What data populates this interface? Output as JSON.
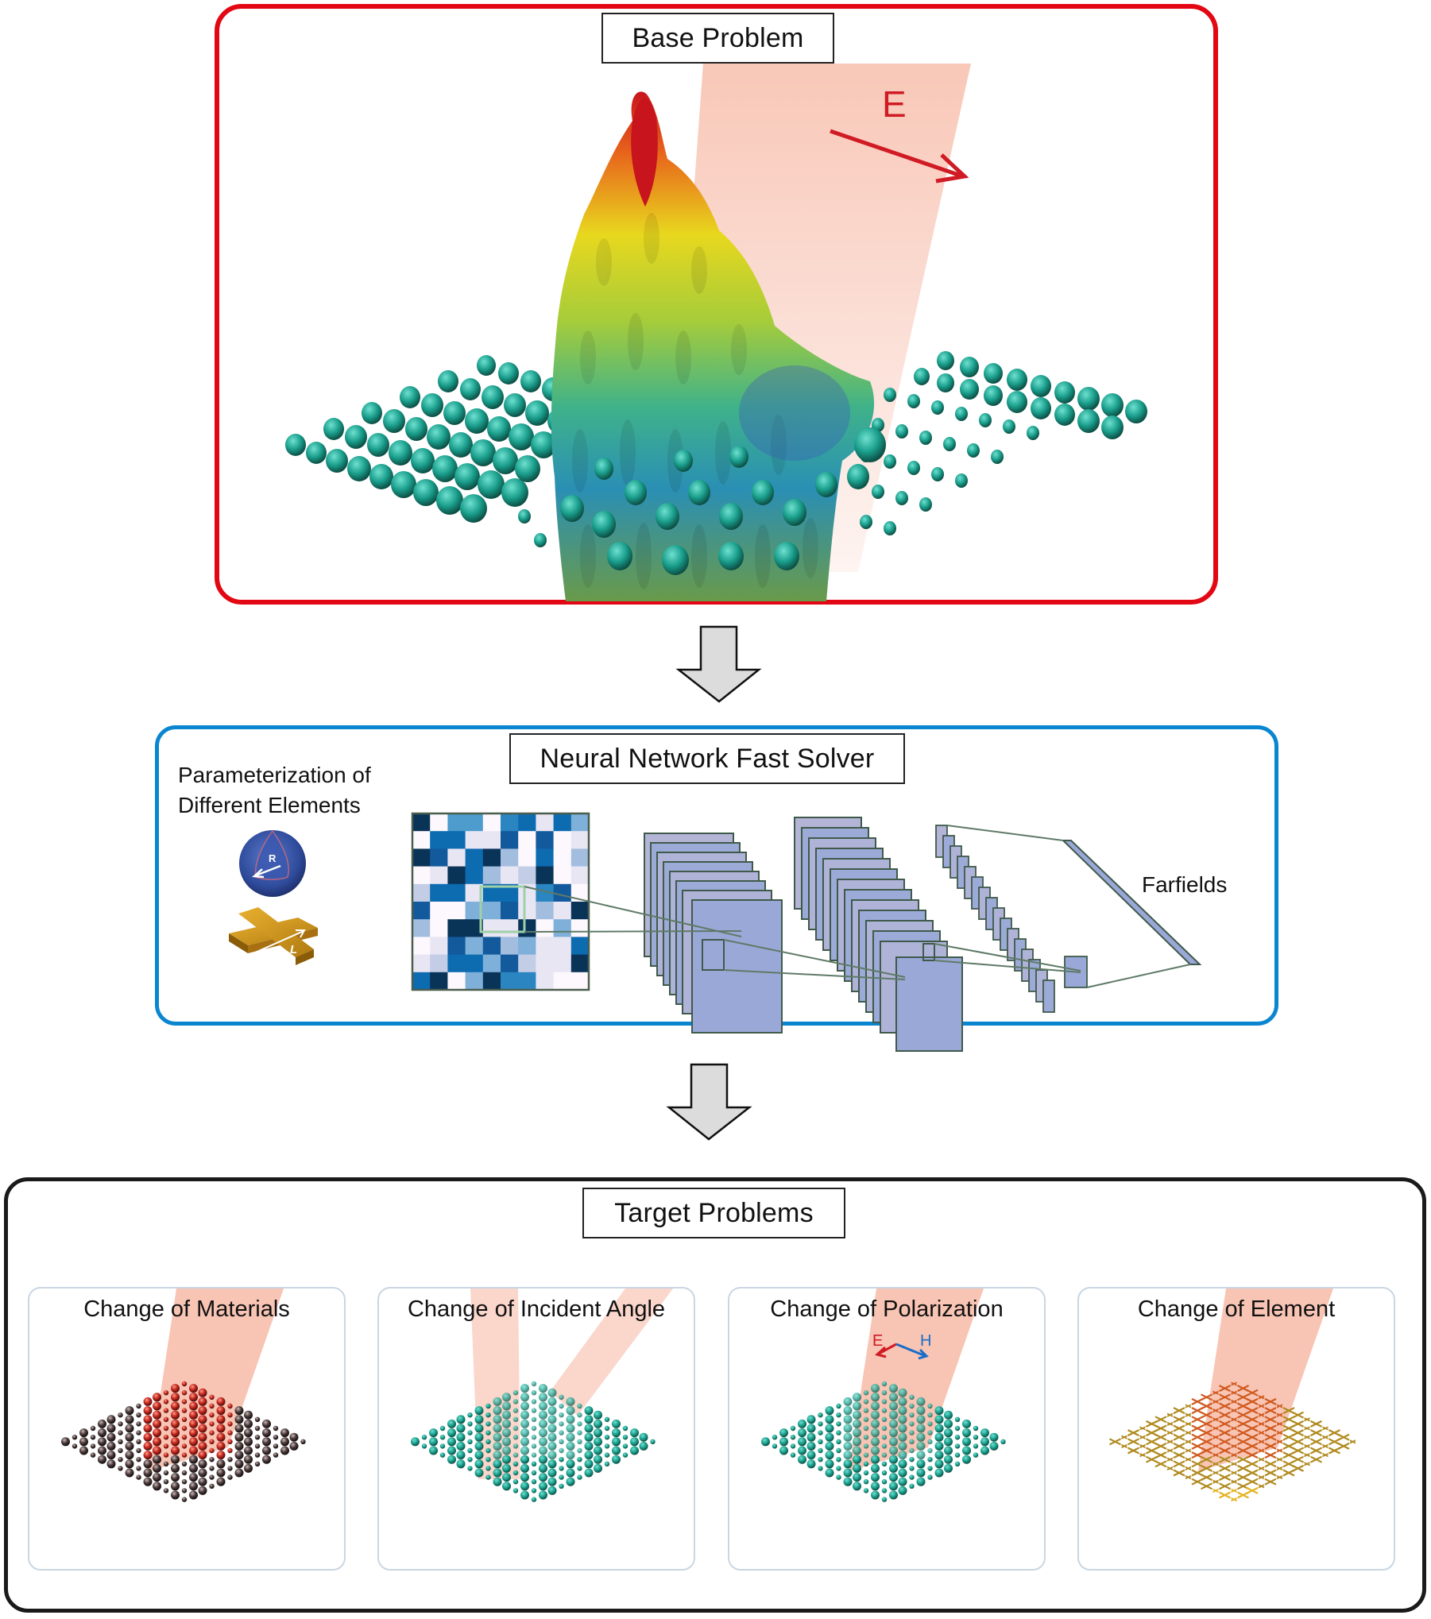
{
  "base_problem": {
    "title": "Base Problem",
    "field_label": "E",
    "border_color": "#e30613"
  },
  "solver": {
    "title": "Neural Network Fast Solver",
    "border_color": "#0a86d0",
    "parameterization_label_line1": "Parameterization of",
    "parameterization_label_line2": "Different Elements",
    "sphere_param": "R",
    "cross_param": "L",
    "output_label": "Farfields",
    "input_grid": [
      [
        9,
        0,
        5,
        5,
        0,
        6,
        7,
        1,
        7,
        4
      ],
      [
        0,
        7,
        7,
        1,
        1,
        8,
        0,
        8,
        0,
        1
      ],
      [
        9,
        8,
        1,
        7,
        9,
        3,
        0,
        7,
        0,
        3
      ],
      [
        0,
        1,
        9,
        7,
        3,
        1,
        2,
        9,
        0,
        1
      ],
      [
        2,
        7,
        7,
        1,
        7,
        7,
        1,
        6,
        8,
        0
      ],
      [
        8,
        0,
        0,
        4,
        4,
        8,
        1,
        3,
        1,
        9
      ],
      [
        3,
        0,
        9,
        9,
        1,
        1,
        9,
        0,
        4,
        0
      ],
      [
        0,
        1,
        8,
        4,
        8,
        3,
        4,
        1,
        1,
        7
      ],
      [
        1,
        2,
        7,
        7,
        4,
        8,
        2,
        1,
        1,
        9
      ],
      [
        7,
        9,
        0,
        4,
        9,
        6,
        6,
        1,
        0,
        0
      ]
    ],
    "grid_palette": [
      "#fdf8fd",
      "#e9e6f4",
      "#c3cde6",
      "#a3bddf",
      "#7eb0d9",
      "#4d9ccd",
      "#2a85c0",
      "#0d6bb0",
      "#135a9c",
      "#0a3358"
    ]
  },
  "target": {
    "title": "Target Problems",
    "border_color": "#1a1a1a",
    "panels": [
      {
        "title": "Change of Materials",
        "element": "sphere",
        "color": "#4a3a3a",
        "beams": 1
      },
      {
        "title": "Change of Incident Angle",
        "element": "sphere",
        "color": "#1a9e8c",
        "beams": 2
      },
      {
        "title": "Change of Polarization",
        "element": "sphere",
        "color": "#1a9e8c",
        "beams": 1,
        "e_label": "E",
        "h_label": "H"
      },
      {
        "title": "Change of Element",
        "element": "cross",
        "color": "#c99a1e",
        "beams": 1
      }
    ]
  },
  "colors": {
    "red": "#e30613",
    "blue": "#0a86d0",
    "beam": "#f4a48c",
    "teal": "#1a9e8c",
    "layer_fill": "#9aa8d8",
    "layer_stroke": "#3f5a4a",
    "arrow_fill": "#dcdcdc"
  }
}
